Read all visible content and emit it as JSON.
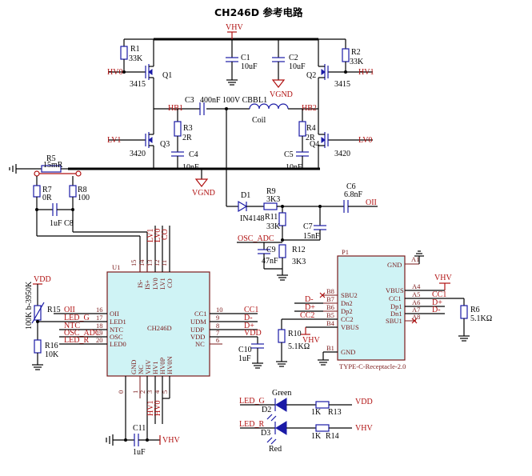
{
  "title": "CH246D 参考电路",
  "nets": {
    "vhv": "VHV",
    "vgnd": "VGND",
    "vdd": "VDD",
    "hv0": "HV0",
    "hv1": "HV1",
    "lv0": "LV0",
    "lv1": "LV1",
    "hb1": "HB1",
    "hb2": "HB2",
    "oii": "OII",
    "osc_adc": "OSC_ADC",
    "ntc": "NTC",
    "cc1": "CC1",
    "cc2": "CC2",
    "dplus": "D+",
    "dminus": "D-",
    "led_g": "LED_G",
    "led_r": "LED_R"
  },
  "components": {
    "r1": {
      "ref": "R1",
      "val": "33K"
    },
    "r2": {
      "ref": "R2",
      "val": "33K"
    },
    "q1": {
      "ref": "Q1",
      "part": "3415"
    },
    "q2": {
      "ref": "Q2",
      "part": "3415"
    },
    "q3": {
      "ref": "Q3",
      "part": "3420"
    },
    "q4": {
      "ref": "Q4",
      "part": "3420"
    },
    "c1": {
      "ref": "C1",
      "val": "10uF"
    },
    "c2": {
      "ref": "C2",
      "val": "10uF"
    },
    "c3": {
      "ref": "C3",
      "val": "400nF 100V CBB"
    },
    "l1": {
      "ref": "L1",
      "val": "Coil"
    },
    "r3": {
      "ref": "R3",
      "val": "2R"
    },
    "r4": {
      "ref": "R4",
      "val": "2R"
    },
    "c4": {
      "ref": "C4",
      "val": "10nF"
    },
    "c5": {
      "ref": "C5",
      "val": "10nF"
    },
    "r5": {
      "ref": "R5",
      "val": "15mR"
    },
    "r7": {
      "ref": "R7",
      "val": "0R"
    },
    "r8": {
      "ref": "R8",
      "val": "100"
    },
    "c8": {
      "ref": "C8",
      "val": "1uF"
    },
    "d1": {
      "ref": "D1",
      "val": "IN4148"
    },
    "r9": {
      "ref": "R9",
      "val": "3K3"
    },
    "r11": {
      "ref": "R11",
      "val": "33K"
    },
    "c6": {
      "ref": "C6",
      "val": "6.8nF"
    },
    "c7": {
      "ref": "C7",
      "val": "15nF"
    },
    "c9": {
      "ref": "C9",
      "val": "47nF"
    },
    "r12": {
      "ref": "R12",
      "val": "3K3"
    },
    "r15": {
      "ref": "R15",
      "val": "100K b-3950K"
    },
    "r16": {
      "ref": "R16",
      "val": "10K"
    },
    "c10": {
      "ref": "C10",
      "val": "1uF"
    },
    "c11": {
      "ref": "C11",
      "val": "1uF"
    },
    "r10": {
      "ref": "R10",
      "val": "5.1KΩ"
    },
    "r6": {
      "ref": "R6",
      "val": "5.1KΩ"
    },
    "d2": {
      "ref": "D2",
      "val": "Green"
    },
    "d3": {
      "ref": "D3",
      "val": "Red"
    },
    "r13": {
      "ref": "R13",
      "val": "1K"
    },
    "r14": {
      "ref": "R14",
      "val": "1K"
    }
  },
  "u1": {
    "ref": "U1",
    "name": "CH246D",
    "top_pins": [
      {
        "num": "15",
        "name": "IS-"
      },
      {
        "num": "14",
        "name": "IS+"
      },
      {
        "num": "13",
        "name": "LV0"
      },
      {
        "num": "12",
        "name": "LV1"
      },
      {
        "num": "11",
        "name": "CO"
      }
    ],
    "top_nets": [
      "LV1",
      "LV0",
      "CO"
    ],
    "left_pins": [
      {
        "num": "16",
        "name": "OII"
      },
      {
        "num": "17",
        "name": "LED1"
      },
      {
        "num": "18",
        "name": "NTC"
      },
      {
        "num": "19",
        "name": "OSC"
      },
      {
        "num": "20",
        "name": "LED0"
      }
    ],
    "left_nets": [
      "OII",
      "LED_G",
      "NTC",
      "OSC_ADC",
      "LED_R"
    ],
    "right_pins": [
      {
        "num": "10",
        "name": "CC1"
      },
      {
        "num": "9",
        "name": "UDM"
      },
      {
        "num": "8",
        "name": "UDP"
      },
      {
        "num": "7",
        "name": "VDD"
      },
      {
        "num": "6",
        "name": "NC"
      }
    ],
    "right_nets": [
      "CC1",
      "D-",
      "D+",
      "VDD"
    ],
    "bottom_pins": [
      {
        "num": "0",
        "name": "GND"
      },
      {
        "num": "1",
        "name": "NC"
      },
      {
        "num": "2",
        "name": "VHV"
      },
      {
        "num": "3",
        "name": "HV1"
      },
      {
        "num": "4",
        "name": "HV0P"
      },
      {
        "num": "5",
        "name": "HV0N"
      }
    ],
    "bottom_nets": [
      "HV1",
      "HV0"
    ]
  },
  "p1": {
    "ref": "P1",
    "name": "TYPE-C-Receptacle-2.0",
    "gnd_top": "GND",
    "a1": "A1",
    "left_pins": [
      {
        "num": "B8",
        "name": "SBU2"
      },
      {
        "num": "B7",
        "name": "Dn2"
      },
      {
        "num": "B6",
        "name": "Dp2"
      },
      {
        "num": "B5",
        "name": "CC2"
      },
      {
        "num": "B4",
        "name": "VBUS"
      },
      {
        "num": "B1",
        "name": "GND"
      }
    ],
    "right_pins": [
      {
        "num": "A4",
        "name": "VBUS"
      },
      {
        "num": "A5",
        "name": "CC1"
      },
      {
        "num": "A6",
        "name": "Dp1"
      },
      {
        "num": "A7",
        "name": "Dn1"
      },
      {
        "num": "A8",
        "name": "SBU1"
      }
    ],
    "right_nets": [
      "CC1",
      "D+",
      "D-"
    ]
  }
}
